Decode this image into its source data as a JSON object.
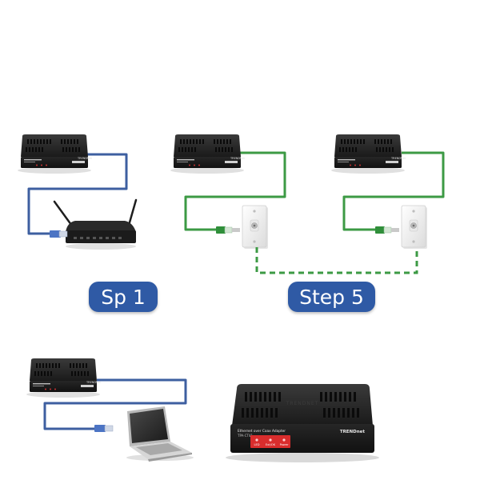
{
  "steps": [
    {
      "label": "Sp 1"
    },
    {
      "label": "Step 5"
    }
  ],
  "brand": {
    "name": "TRENDnet",
    "lid_mark": "TRENDNET"
  },
  "product": {
    "title": "Ethernet over Coax Adapter",
    "model": "TPA-CT41",
    "leds": [
      "LED",
      "Ext/OK",
      "Power"
    ]
  },
  "colors": {
    "background": "#ffffff",
    "blue_cable": "#3d5fa0",
    "green_cable": "#3c9a44",
    "step_badge": "#2f5aa5",
    "adapter_body": "#1c1c1c",
    "led_panel": "#d92d2d"
  },
  "icons": [
    "coax-adapter-icon",
    "router-icon",
    "wall-coax-outlet-icon",
    "laptop-icon",
    "ethernet-plug-icon"
  ]
}
